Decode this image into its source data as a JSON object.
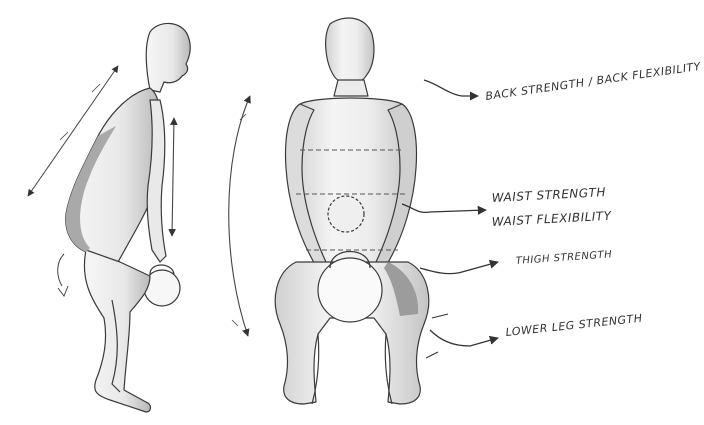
{
  "annotations": {
    "back": "BACK STRENGTH / BACK FLEXIBILITY",
    "waist_line1": "WAIST STRENGTH",
    "waist_line2": "WAIST FLEXIBILITY",
    "thigh": "THIGH STRENGTH",
    "lower_leg": "LOWER LEG STRENGTH"
  },
  "colors": {
    "ink": "#333333",
    "shade": "#bdbdbd",
    "skin": "#f2f2f2"
  }
}
